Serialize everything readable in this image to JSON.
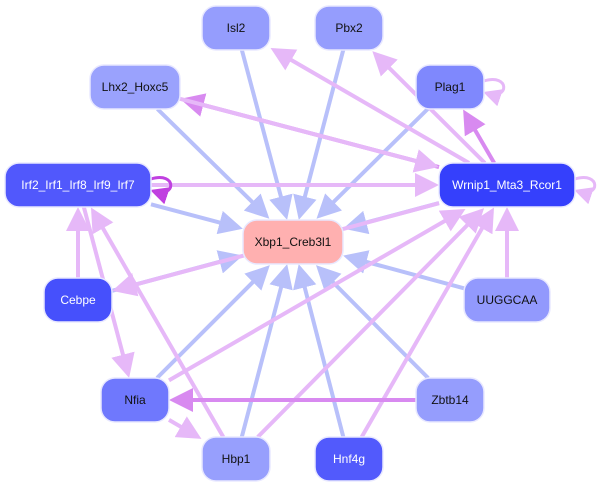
{
  "colors": {
    "inhibit_edge": "#b8c0fa",
    "activate_edge": "#e6b8f8",
    "activate_edge_strong": "#d88af0",
    "self_loop_strong": "#c040e0"
  },
  "nodes": [
    {
      "id": "Isl2",
      "label": "Isl2",
      "fill": "#959dfd",
      "text": "#111111"
    },
    {
      "id": "Pbx2",
      "label": "Pbx2",
      "fill": "#959dfd",
      "text": "#111111"
    },
    {
      "id": "Lhx2_Hoxc5",
      "label": "Lhx2_Hoxc5",
      "fill": "#9aa2fd",
      "text": "#111111"
    },
    {
      "id": "Plag1",
      "label": "Plag1",
      "fill": "#7f88fd",
      "text": "#111111"
    },
    {
      "id": "Irf",
      "label": "Irf2_Irf1_Irf8_Irf9_Irf7",
      "fill": "#5158fc",
      "text": "#ffffff"
    },
    {
      "id": "Wrnip1",
      "label": "Wrnip1_Mta3_Rcor1",
      "fill": "#3540fc",
      "text": "#ffffff"
    },
    {
      "id": "Xbp1",
      "label": "Xbp1_Creb3l1",
      "fill": "#ffb0b0",
      "text": "#111111"
    },
    {
      "id": "Cebpe",
      "label": "Cebpe",
      "fill": "#4650fc",
      "text": "#ffffff"
    },
    {
      "id": "UUGGCAA",
      "label": "UUGGCAA",
      "fill": "#9299fd",
      "text": "#111111"
    },
    {
      "id": "Nfia",
      "label": "Nfia",
      "fill": "#6f78fd",
      "text": "#111111"
    },
    {
      "id": "Zbtb14",
      "label": "Zbtb14",
      "fill": "#959dfd",
      "text": "#111111"
    },
    {
      "id": "Hbp1",
      "label": "Hbp1",
      "fill": "#979ffd",
      "text": "#111111"
    },
    {
      "id": "Hnf4g",
      "label": "Hnf4g",
      "fill": "#525afc",
      "text": "#ffffff"
    }
  ],
  "edges": [
    {
      "from": "Isl2",
      "to": "Xbp1",
      "kind": "inhibit"
    },
    {
      "from": "Pbx2",
      "to": "Xbp1",
      "kind": "inhibit"
    },
    {
      "from": "Lhx2_Hoxc5",
      "to": "Xbp1",
      "kind": "inhibit"
    },
    {
      "from": "Plag1",
      "to": "Xbp1",
      "kind": "inhibit"
    },
    {
      "from": "Irf",
      "to": "Xbp1",
      "kind": "inhibit"
    },
    {
      "from": "Wrnip1",
      "to": "Xbp1",
      "kind": "inhibit"
    },
    {
      "from": "Cebpe",
      "to": "Xbp1",
      "kind": "inhibit"
    },
    {
      "from": "UUGGCAA",
      "to": "Xbp1",
      "kind": "inhibit"
    },
    {
      "from": "Nfia",
      "to": "Xbp1",
      "kind": "inhibit"
    },
    {
      "from": "Zbtb14",
      "to": "Xbp1",
      "kind": "inhibit"
    },
    {
      "from": "Hbp1",
      "to": "Xbp1",
      "kind": "inhibit"
    },
    {
      "from": "Hnf4g",
      "to": "Xbp1",
      "kind": "inhibit"
    },
    {
      "from": "Wrnip1",
      "to": "Isl2",
      "kind": "activate"
    },
    {
      "from": "Wrnip1",
      "to": "Pbx2",
      "kind": "activate"
    },
    {
      "from": "Wrnip1",
      "to": "Lhx2_Hoxc5",
      "kind": "activate_strong"
    },
    {
      "from": "Lhx2_Hoxc5",
      "to": "Wrnip1",
      "kind": "activate"
    },
    {
      "from": "Wrnip1",
      "to": "Plag1",
      "kind": "activate_strong"
    },
    {
      "from": "Irf",
      "to": "Wrnip1",
      "kind": "activate"
    },
    {
      "from": "Wrnip1",
      "to": "Cebpe",
      "kind": "activate"
    },
    {
      "from": "UUGGCAA",
      "to": "Wrnip1",
      "kind": "activate"
    },
    {
      "from": "Nfia",
      "to": "Wrnip1",
      "kind": "activate"
    },
    {
      "from": "Hbp1",
      "to": "Wrnip1",
      "kind": "activate"
    },
    {
      "from": "Hnf4g",
      "to": "Wrnip1",
      "kind": "activate"
    },
    {
      "from": "Cebpe",
      "to": "Irf",
      "kind": "activate"
    },
    {
      "from": "Hbp1",
      "to": "Irf",
      "kind": "activate"
    },
    {
      "from": "Irf",
      "to": "Nfia",
      "kind": "activate"
    },
    {
      "from": "Zbtb14",
      "to": "Nfia",
      "kind": "activate_strong"
    },
    {
      "from": "Nfia",
      "to": "Hbp1",
      "kind": "activate"
    },
    {
      "from": "Irf",
      "to": "Irf",
      "kind": "self_strong"
    },
    {
      "from": "Wrnip1",
      "to": "Wrnip1",
      "kind": "self"
    },
    {
      "from": "Plag1",
      "to": "Plag1",
      "kind": "self"
    }
  ]
}
